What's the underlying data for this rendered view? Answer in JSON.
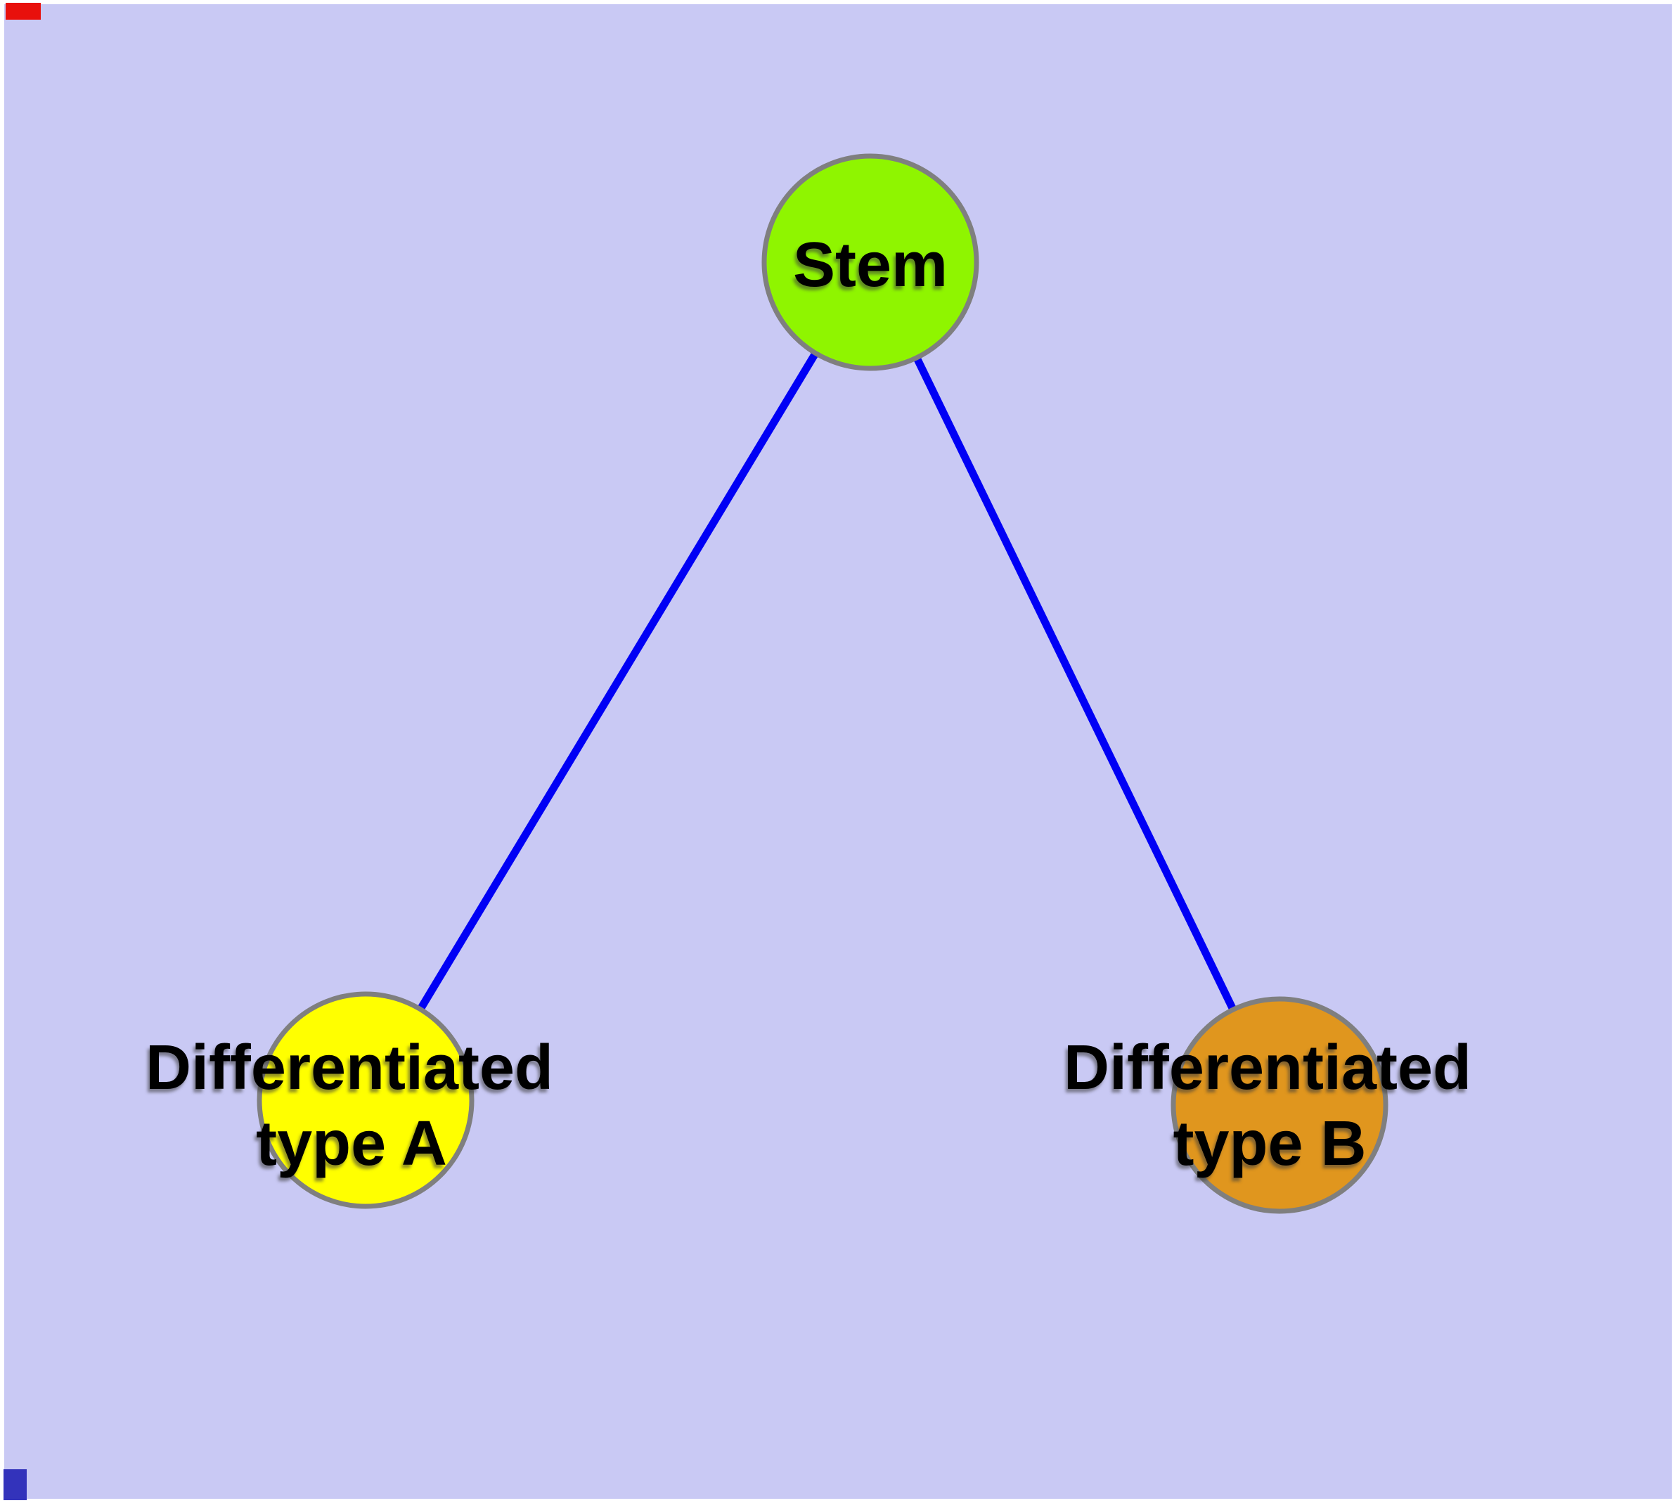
{
  "colors": {
    "background": "#c9c9f4",
    "frame": "#ffffff",
    "edge": "#0000f5",
    "node_border": "#7f7f7f",
    "corner_mark_top_left": "#e8100c",
    "corner_mark_bottom_left": "#3333bb"
  },
  "nodes": {
    "stem": {
      "label": "Stem",
      "fill": "#8ff500"
    },
    "type_a": {
      "line1": "Differentiated",
      "line2": "type A",
      "fill": "#ffff00"
    },
    "type_b": {
      "line1": "Differentiated",
      "line2": "type B",
      "fill": "#e0961e"
    }
  }
}
